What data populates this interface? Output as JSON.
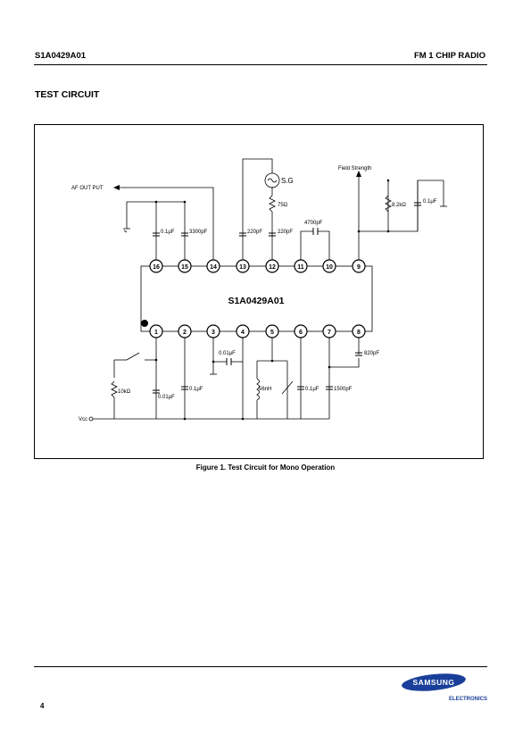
{
  "header": {
    "doc_code": "S1A0429A01",
    "product": "FM 1 CHIP RADIO"
  },
  "section_title": "TEST CIRCUIT",
  "circuit": {
    "chip_label": "S1A0429A01",
    "top_pins": [
      "16",
      "15",
      "14",
      "13",
      "12",
      "11",
      "10",
      "9"
    ],
    "bottom_pins": [
      "1",
      "2",
      "3",
      "4",
      "5",
      "6",
      "7",
      "8"
    ],
    "labels": {
      "af_out": "AF OUT PUT",
      "field_strength": "Field Strength",
      "sg": "S.G",
      "vcc": "Vcc",
      "c16": "0.1μF",
      "c15": "3300pF",
      "c13": "220pF",
      "c12": "220pF",
      "r_sg": "75Ω",
      "c_10_11": "4700pF",
      "r_9": "8.2kΩ",
      "c_9": "0.1μF",
      "r_1": "10kΩ",
      "c_1": "0.01μF",
      "c_2": "0.1μF",
      "c_3_4": "0.01μF",
      "l_5": "56nH",
      "c_6": "0.1μF",
      "c_7": "1500pF",
      "c_8": "820pF"
    }
  },
  "caption": "Figure  1. Test Circuit for Mono Operation",
  "footer": {
    "page": "4",
    "brand": "SAMSUNG",
    "division": "ELECTRONICS"
  }
}
